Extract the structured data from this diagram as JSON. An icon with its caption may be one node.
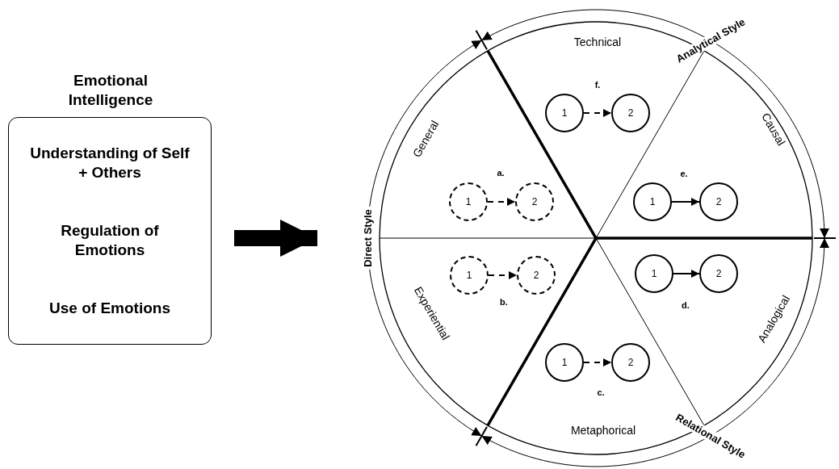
{
  "diagram": {
    "nodes": [
      {
        "text": [
          "Emotional Intelligence",
          "Understanding of Self + Others",
          "Regulation of Emotions",
          "Use of Emotions"
        ]
      },
      {
        "text": [],
        "shape": "circle"
      },
      {
        "text": [
          "Technical",
          "f."
        ],
        "in": 1
      },
      {
        "text": [
          "General",
          "a."
        ],
        "in": 1
      },
      {
        "text": [
          "Causal",
          "e."
        ],
        "in": 1
      },
      {
        "text": [
          "Experiential",
          "b."
        ],
        "in": 1
      },
      {
        "text": [
          "Analogical",
          "d."
        ],
        "in": 1
      },
      {
        "text": [
          "c.",
          "Metaphorical"
        ],
        "in": 1
      },
      {
        "text": [
          "1"
        ],
        "in": 2
      },
      {
        "text": [
          "2"
        ],
        "in": 2
      },
      {
        "text": [
          "1"
        ],
        "in": 3
      },
      {
        "text": [
          "2"
        ],
        "in": 3
      },
      {
        "text": [
          "1"
        ],
        "in": 4
      },
      {
        "text": [
          "2"
        ],
        "in": 4
      },
      {
        "text": [
          "1"
        ],
        "in": 5
      },
      {
        "text": [
          "2"
        ],
        "in": 5
      },
      {
        "text": [
          "1"
        ],
        "in": 6
      },
      {
        "text": [
          "2"
        ],
        "in": 6
      },
      {
        "text": [
          "1"
        ],
        "in": 7
      },
      {
        "text": [
          "2"
        ],
        "in": 7
      }
    ],
    "edges": [
      {
        "from": 0,
        "to": 1,
        "arrow": "to",
        "style": "thick"
      },
      {
        "from": 8,
        "to": 9,
        "arrow": "to",
        "style": "dashed"
      },
      {
        "from": 10,
        "to": 11,
        "arrow": "to",
        "style": "dashed"
      },
      {
        "from": 12,
        "to": 13,
        "arrow": "to"
      },
      {
        "from": 14,
        "to": 15,
        "arrow": "to",
        "style": "dashed"
      },
      {
        "from": 16,
        "to": 17,
        "arrow": "to"
      },
      {
        "from": 18,
        "to": 19,
        "arrow": "to",
        "style": "dashed"
      }
    ],
    "labels": [
      "Analytical Style",
      "Direct Style",
      "Relational Style"
    ]
  }
}
